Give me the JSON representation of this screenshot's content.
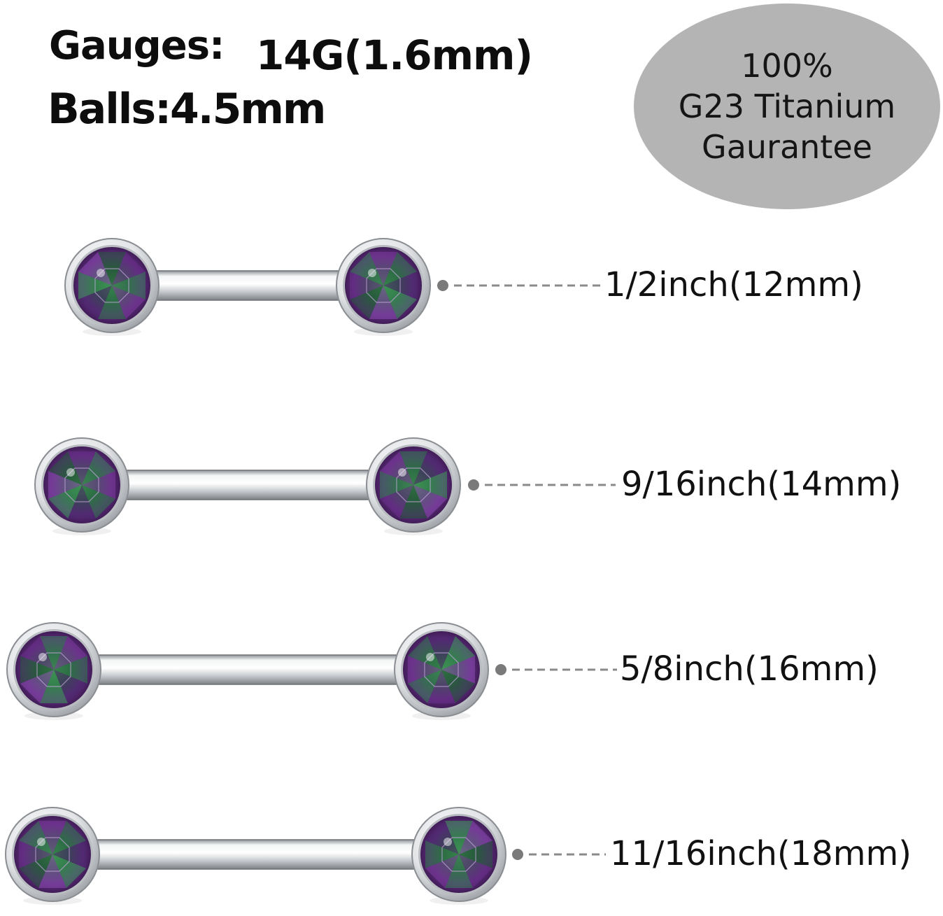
{
  "specs": {
    "gauge_label": "Gauges:",
    "gauge_value": "14G(1.6mm)",
    "balls": "Balls:4.5mm"
  },
  "badge": {
    "line1": "100%",
    "line2": "G23 Titanium",
    "line3": "Gaurantee"
  },
  "sizes": [
    {
      "label": "1/2inch(12mm)"
    },
    {
      "label": "9/16inch(14mm)"
    },
    {
      "label": "5/8inch(16mm)"
    },
    {
      "label": "11/16inch(18mm)"
    }
  ],
  "colors": {
    "badge": "#b4b4b4",
    "steel": "#d9dcdf",
    "gem_purple": "#5b2a7a",
    "gem_green": "#2f6b3e"
  }
}
